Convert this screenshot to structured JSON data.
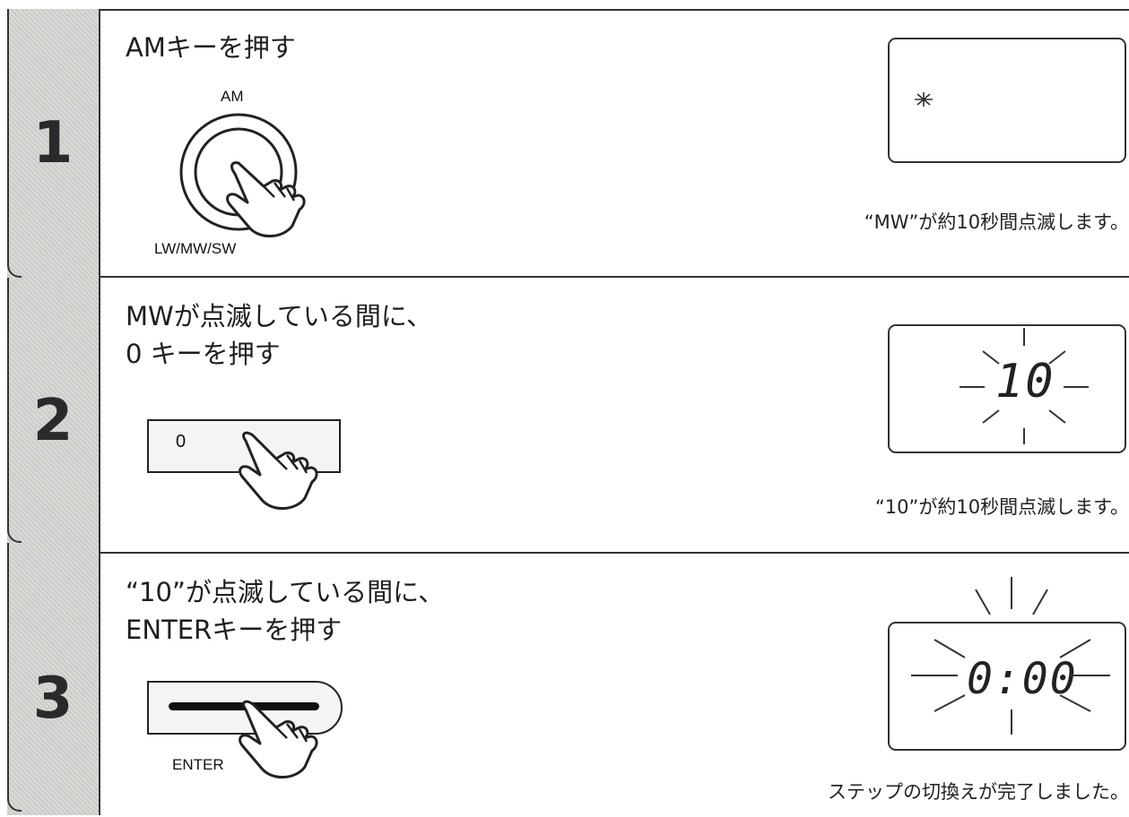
{
  "steps": [
    {
      "number": "1",
      "title_lines": [
        "AMキーを押す"
      ],
      "key": {
        "top_label": "AM",
        "bottom_label": "LW/MW/SW"
      },
      "display": "",
      "display_icon": "blink-star-icon",
      "caption": "“MW”が約10秒間点滅します。"
    },
    {
      "number": "2",
      "title_lines": [
        "MWが点滅している間に、",
        "0 キーを押す"
      ],
      "key": {
        "label": "0"
      },
      "display": "10",
      "caption": "“10”が約10秒間点滅します。"
    },
    {
      "number": "3",
      "title_lines": [
        "“10”が点滅している間に、",
        "ENTERキーを押す"
      ],
      "key": {
        "label": "ENTER"
      },
      "display": "0:00",
      "caption": "ステップの切換えが完了しました。"
    }
  ]
}
